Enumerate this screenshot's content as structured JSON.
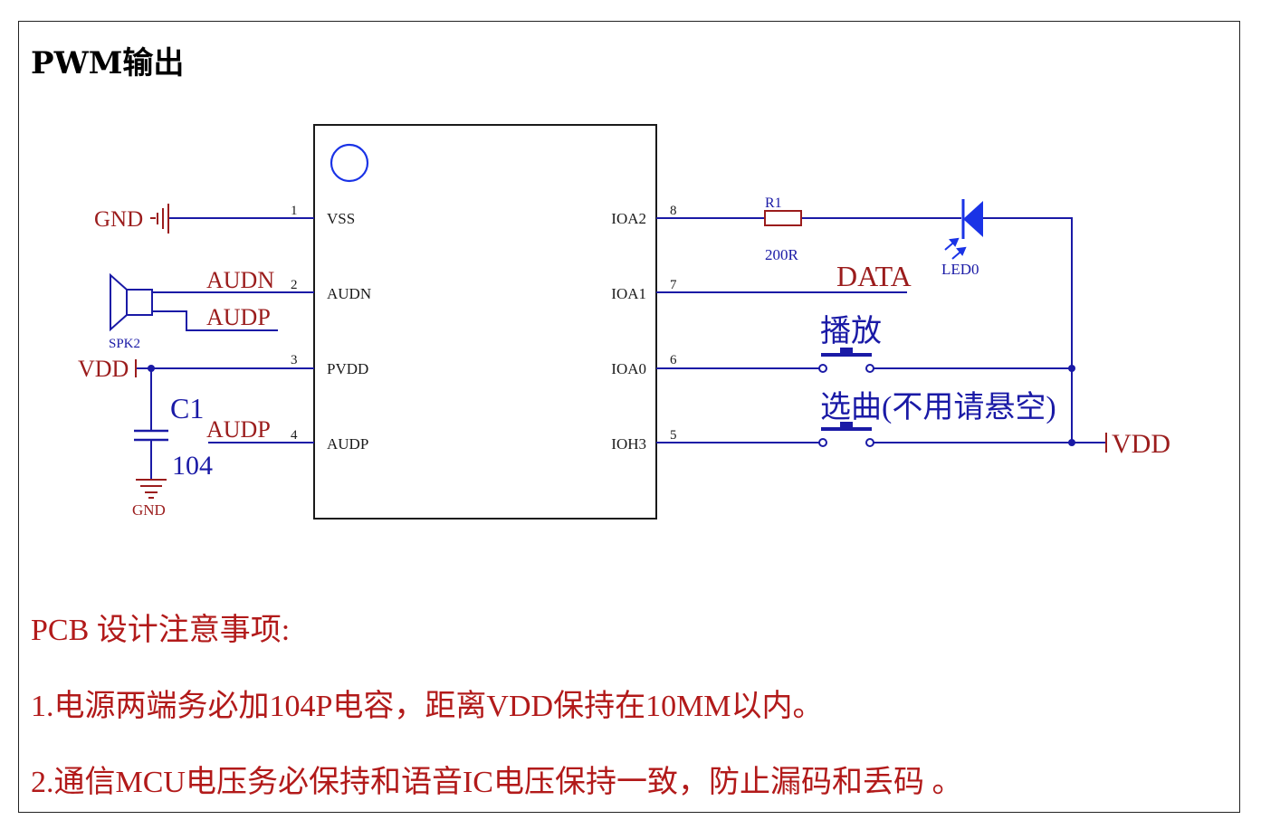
{
  "title": "PWM输出",
  "colors": {
    "wire": "#1a1aa6",
    "component_text": "#9b1c1c",
    "pin_text": "#1a1a1a",
    "led": "#1a33e6",
    "note_text": "#b21a1a"
  },
  "chip": {
    "pins": [
      {
        "number": "1",
        "name": "VSS"
      },
      {
        "number": "2",
        "name": "AUDN"
      },
      {
        "number": "3",
        "name": "PVDD"
      },
      {
        "number": "4",
        "name": "AUDP"
      },
      {
        "number": "8",
        "name": "IOA2"
      },
      {
        "number": "7",
        "name": "IOA1"
      },
      {
        "number": "6",
        "name": "IOA0"
      },
      {
        "number": "5",
        "name": "IOH3"
      }
    ]
  },
  "labels": {
    "gnd_left": "GND",
    "audn_net": "AUDN",
    "audp_net_top": "AUDP",
    "speaker": "SPK2",
    "vdd_left": "VDD",
    "cap_ref": "C1",
    "cap_value": "104",
    "audp_net_bottom": "AUDP",
    "gnd_bottom": "GND",
    "resistor_ref": "R1",
    "resistor_value": "200R",
    "led_ref": "LED0",
    "data_net": "DATA",
    "button_play": "播放",
    "button_select": "选曲(不用请悬空)",
    "vdd_right": "VDD"
  },
  "notes": {
    "heading": "PCB  设计注意事项:",
    "item1": "1.电源两端务必加104P电容，距离VDD保持在10MM以内。",
    "item2": "2.通信MCU电压务必保持和语音IC电压保持一致，防止漏码和丢码 。"
  }
}
